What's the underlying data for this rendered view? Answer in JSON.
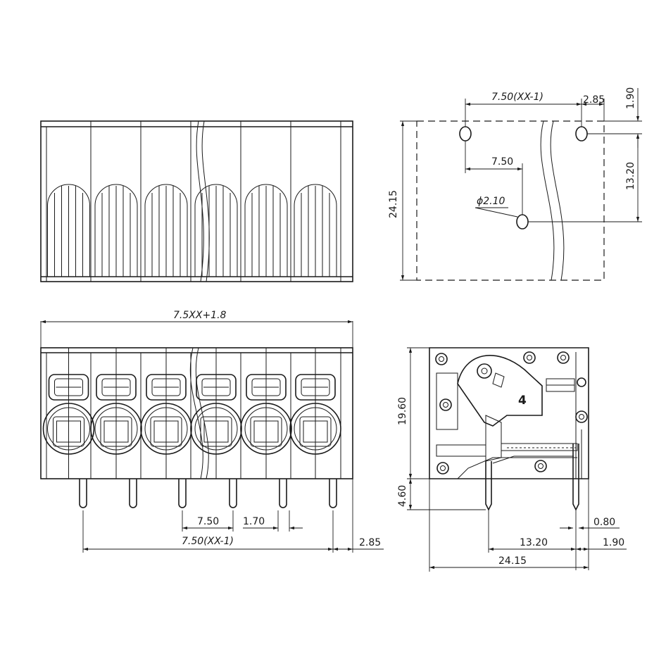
{
  "dimensions": {
    "pitch_formula_top": "7.50(XX-1)",
    "edge_285_top": "2.85",
    "top_190": "1.90",
    "height_2415": "24.15",
    "pitch_750_top": "7.50",
    "hole_dia": "ϕ2.10",
    "row_1320": "13.20",
    "width_formula": "7.5XX+1.8",
    "pitch_750_bottom": "7.50",
    "pin_170": "1.70",
    "pitch_formula_bottom": "7.50(XX-1)",
    "edge_285_bottom": "2.85",
    "side_height_1960": "19.60",
    "pin_length_460": "4.60",
    "pin_080": "0.80",
    "side_1320": "13.20",
    "side_190": "1.90",
    "side_width_2415": "24.15"
  },
  "side_label": "4",
  "colors": {
    "line": "#1a1a1a",
    "background": "#ffffff"
  }
}
